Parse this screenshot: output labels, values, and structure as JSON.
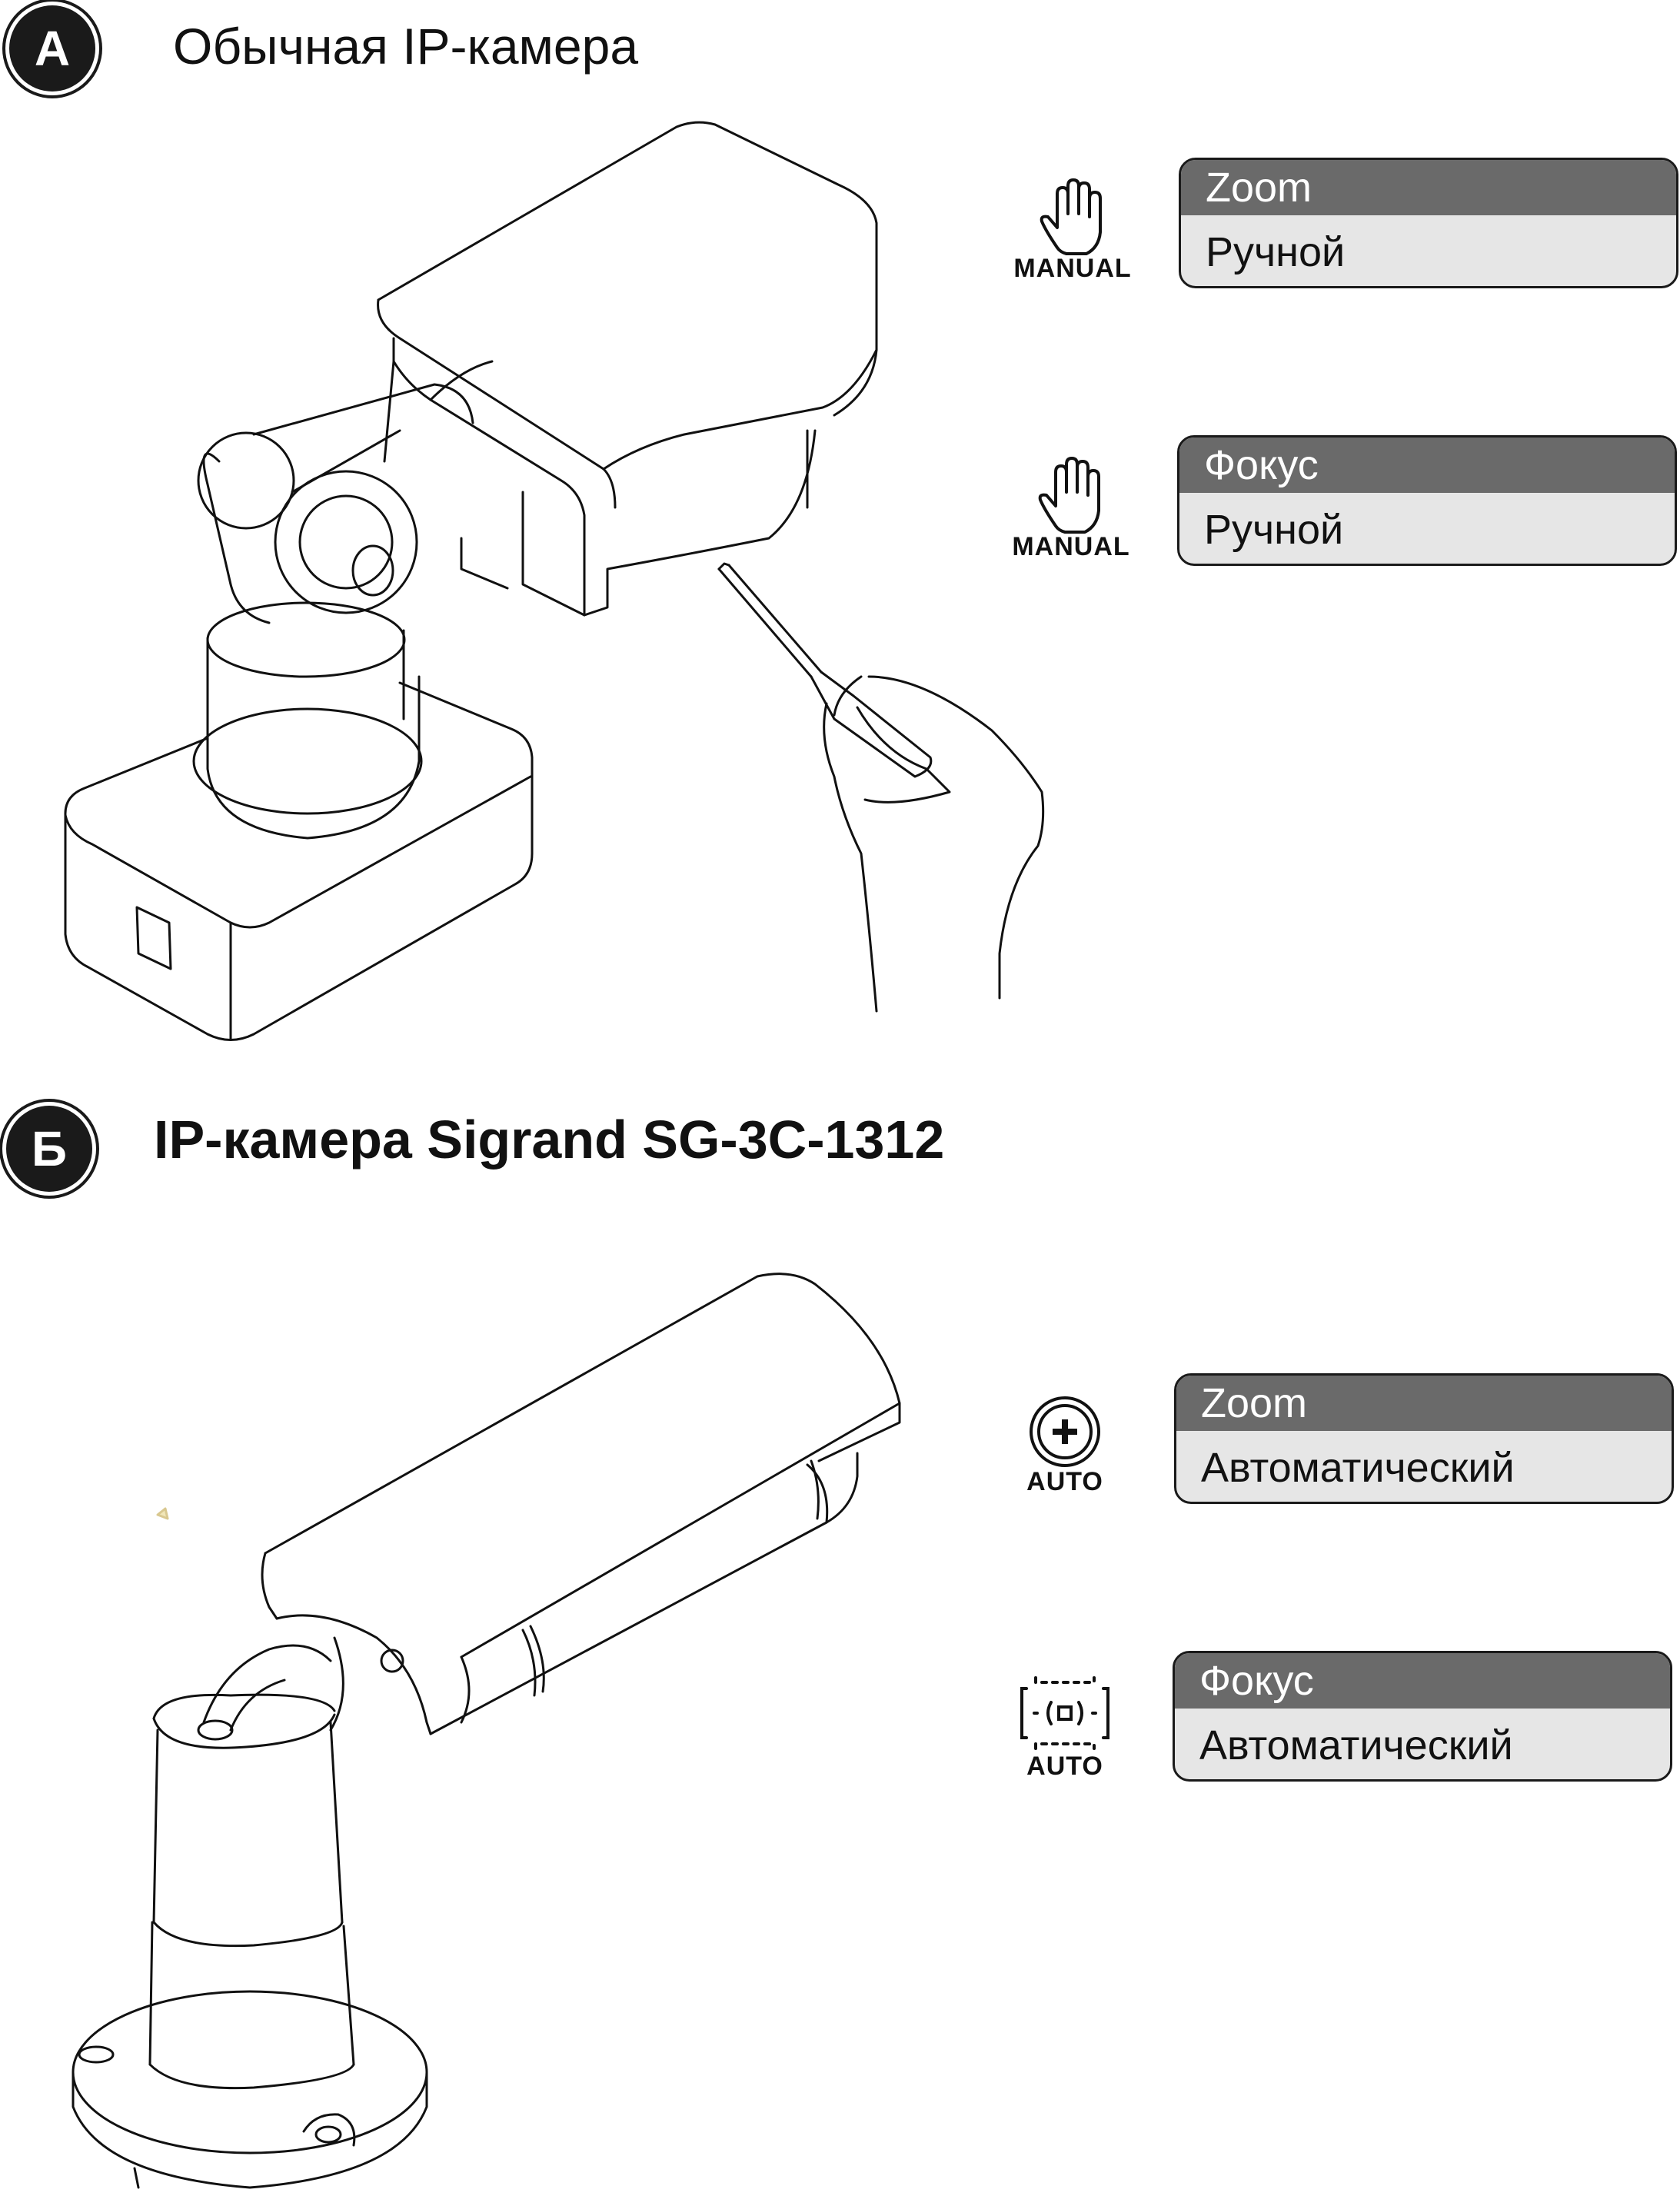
{
  "section_a": {
    "badge": "А",
    "title": "Обычная IP-камера",
    "zoom": {
      "icon_label": "MANUAL",
      "header": "Zoom",
      "value": "Ручной",
      "icon": "hand-icon"
    },
    "focus": {
      "icon_label": "MANUAL",
      "header": "Фокус",
      "value": "Ручной",
      "icon": "hand-icon"
    }
  },
  "section_b": {
    "badge": "Б",
    "title": "IP-камера Sigrand SG-3C-1312",
    "zoom": {
      "icon_label": "AUTO",
      "header": "Zoom",
      "value": "Автоматический",
      "icon": "auto-zoom-icon"
    },
    "focus": {
      "icon_label": "AUTO",
      "header": "Фокус",
      "value": "Автоматический",
      "icon": "auto-focus-icon"
    }
  },
  "colors": {
    "panel_header": "#6a6a6a",
    "panel_body": "#e6e6e6",
    "badge": "#1a1a1a",
    "line": "#111111"
  }
}
